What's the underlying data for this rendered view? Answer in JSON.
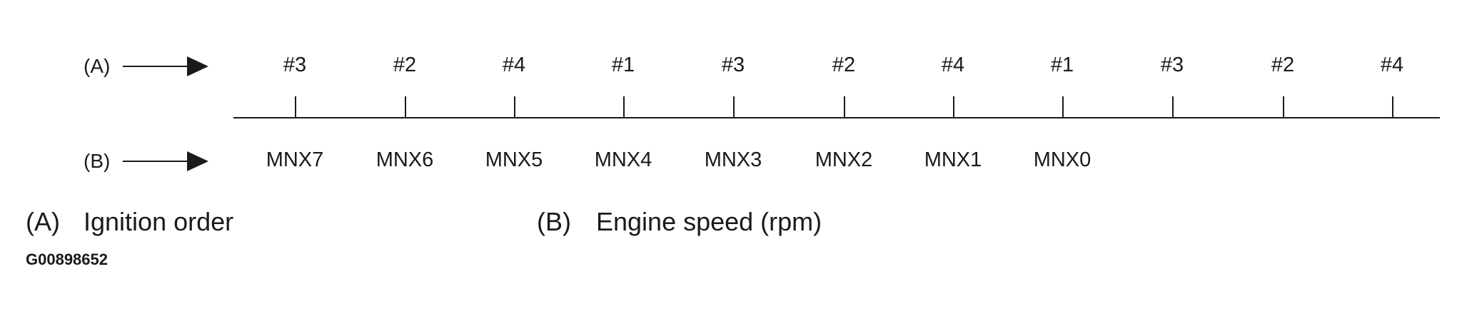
{
  "row_labels": {
    "a": "(A)",
    "b": "(B)"
  },
  "ignition_sequence": [
    "#3",
    "#2",
    "#4",
    "#1",
    "#3",
    "#2",
    "#4",
    "#1",
    "#3",
    "#2",
    "#4"
  ],
  "engine_speed_labels": [
    "MNX7",
    "MNX6",
    "MNX5",
    "MNX4",
    "MNX3",
    "MNX2",
    "MNX1",
    "MNX0"
  ],
  "legend": {
    "a_key": "(A)",
    "a_text": "Ignition order",
    "b_key": "(B)",
    "b_text": "Engine speed (rpm)"
  },
  "figure_code": "G00898652"
}
